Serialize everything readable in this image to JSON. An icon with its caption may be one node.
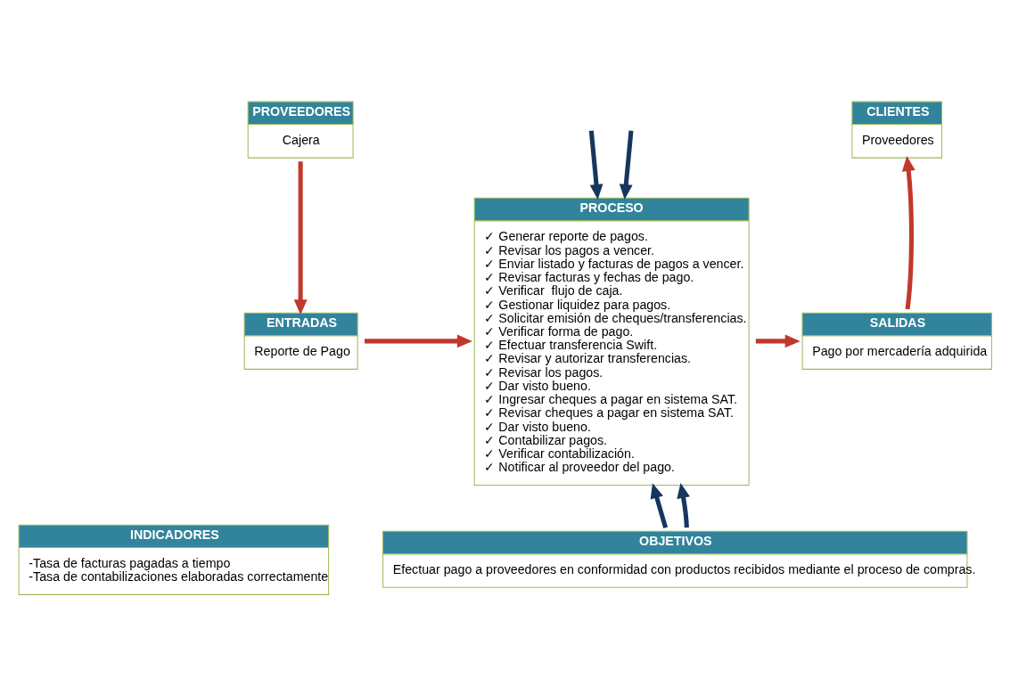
{
  "diagram": {
    "nodes": [
      {
        "text": [
          "PROVEEDORES",
          "Cajera"
        ]
      },
      {
        "text": [
          "ENTRADAS",
          "Reporte de Pago"
        ]
      },
      {
        "text": [
          "PROCESO",
          "✓ Generar reporte de pagos.",
          "✓ Revisar los pagos a vencer.",
          "✓ Enviar listado y facturas de pagos a vencer.",
          "✓ Revisar facturas y fechas de pago.",
          "✓ Verificar  flujo de caja.",
          "✓ Gestionar liquidez para pagos.",
          "✓ Solicitar emisión de cheques/transferencias.",
          "✓ Verificar forma de pago.",
          "✓ Efectuar transferencia Swift.",
          "✓ Revisar y autorizar transferencias.",
          "✓ Revisar los pagos.",
          "✓ Dar visto bueno.",
          "✓ Ingresar cheques a pagar en sistema SAT.",
          "✓ Revisar cheques a pagar en sistema SAT.",
          "✓ Dar visto bueno.",
          "✓ Contabilizar pagos.",
          "✓ Verificar contabilización.",
          "✓ Notificar al proveedor del pago."
        ]
      },
      {
        "text": [
          "CLIENTES",
          "Proveedores"
        ]
      },
      {
        "text": [
          "SALIDAS",
          "Pago por mercadería adquirida"
        ]
      },
      {
        "text": [
          "INDICADORES",
          "-Tasa de facturas pagadas a tiempo",
          "-Tasa de contabilizaciones elaboradas correctamente"
        ]
      },
      {
        "text": [
          "OBJETIVOS",
          "Efectuar pago a proveedores en conformidad con productos recibidos mediante el proceso de compras."
        ]
      }
    ],
    "edges": [
      {
        "from": 0,
        "to": 1,
        "arrow": "to",
        "color": "#c0392b"
      },
      {
        "from": 1,
        "to": 2,
        "arrow": "to",
        "color": "#c0392b"
      },
      {
        "from": 2,
        "to": 4,
        "arrow": "to",
        "color": "#c0392b"
      },
      {
        "from": 4,
        "to": 3,
        "arrow": "to",
        "color": "#c0392b"
      },
      {
        "from": null,
        "to": 2,
        "arrow": "to",
        "color": "#17365d"
      },
      {
        "from": null,
        "to": 2,
        "arrow": "to",
        "color": "#17365d"
      },
      {
        "from": 6,
        "to": 2,
        "arrow": "to",
        "color": "#17365d"
      },
      {
        "from": 6,
        "to": 2,
        "arrow": "to",
        "color": "#17365d"
      }
    ]
  }
}
